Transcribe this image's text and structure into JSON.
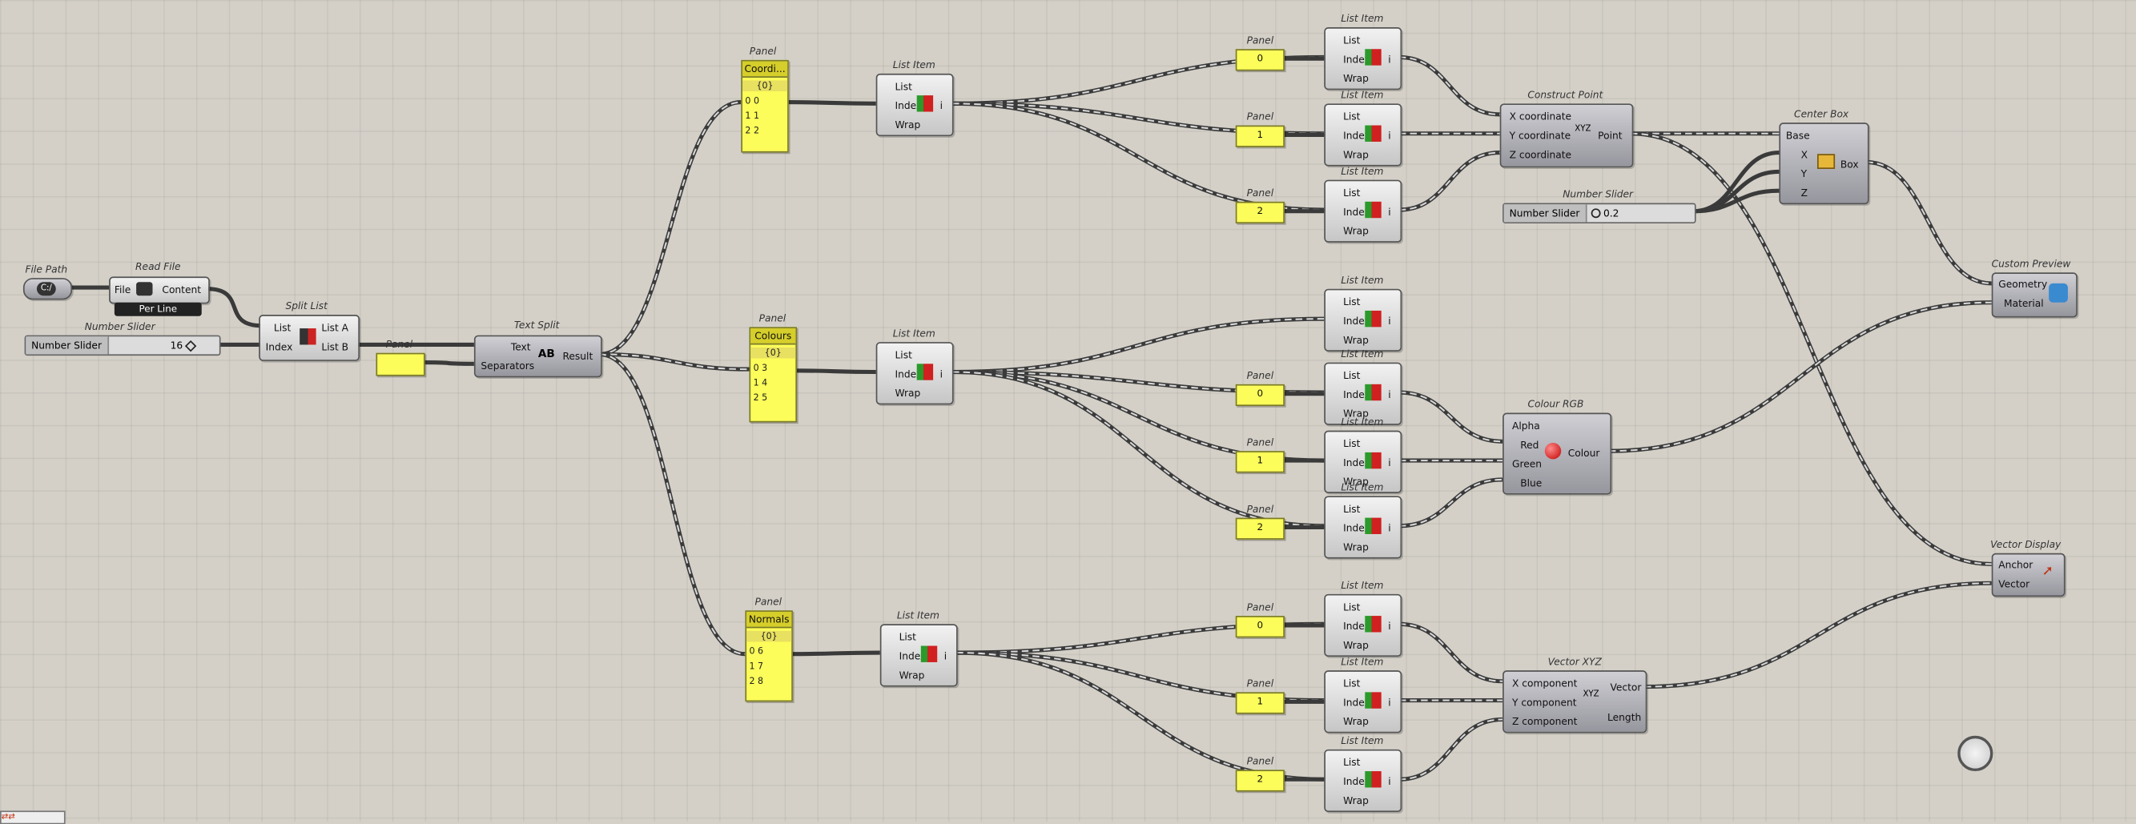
{
  "canvas": {
    "background": "#d4d0c8",
    "wire_color": "#444444",
    "panel_color": "#fcfc5a"
  },
  "file_path": {
    "caption": "File Path",
    "icon": "file-path-icon",
    "glyph": "C:/"
  },
  "read_file": {
    "caption": "Read File",
    "input": "File",
    "output": "Content",
    "mode": "Per Line"
  },
  "slider_count": {
    "caption": "Number Slider",
    "label": "Number Slider",
    "value": "16"
  },
  "split_list": {
    "caption": "Split List",
    "inputs": [
      "List",
      "Index"
    ],
    "outputs": [
      "List A",
      "List B"
    ]
  },
  "panel_sep": {
    "caption": "Panel"
  },
  "text_split": {
    "caption": "Text Split",
    "inputs": [
      "Text",
      "Separators"
    ],
    "output": "Result",
    "icon_glyph": "AB"
  },
  "panels": {
    "coords": {
      "caption": "Panel",
      "title": "Coordi...",
      "head": "{0}",
      "rows": [
        "0  0",
        "1  1",
        "2  2"
      ]
    },
    "colours": {
      "caption": "Panel",
      "title": "Colours",
      "head": "{0}",
      "rows": [
        "0  3",
        "1  4",
        "2  5"
      ]
    },
    "normals": {
      "caption": "Panel",
      "title": "Normals",
      "head": "{0}",
      "rows": [
        "0  6",
        "1  7",
        "2  8"
      ]
    }
  },
  "list_item": {
    "caption": "List Item",
    "inputs": [
      "List",
      "Index",
      "Wrap"
    ],
    "output": "i"
  },
  "index_panels": {
    "caption": "Panel",
    "values": [
      "0",
      "1",
      "2"
    ]
  },
  "construct_point": {
    "caption": "Construct Point",
    "inputs": [
      "X coordinate",
      "Y coordinate",
      "Z coordinate"
    ],
    "output": "Point",
    "icon_glyph": "XYZ"
  },
  "slider_size": {
    "caption": "Number Slider",
    "label": "Number Slider",
    "value": "0.2"
  },
  "center_box": {
    "caption": "Center Box",
    "inputs": [
      "Base",
      "X",
      "Y",
      "Z"
    ],
    "output": "Box"
  },
  "custom_preview": {
    "caption": "Custom Preview",
    "inputs": [
      "Geometry",
      "Material"
    ]
  },
  "colour_rgb": {
    "caption": "Colour RGB",
    "inputs": [
      "Alpha",
      "Red",
      "Green",
      "Blue"
    ],
    "output": "Colour"
  },
  "vector_display": {
    "caption": "Vector Display",
    "inputs": [
      "Anchor",
      "Vector"
    ]
  },
  "vector_xyz": {
    "caption": "Vector XYZ",
    "inputs": [
      "X component",
      "Y component",
      "Z component"
    ],
    "outputs": [
      "Vector",
      "Length"
    ],
    "icon_glyph": "XYZ"
  }
}
